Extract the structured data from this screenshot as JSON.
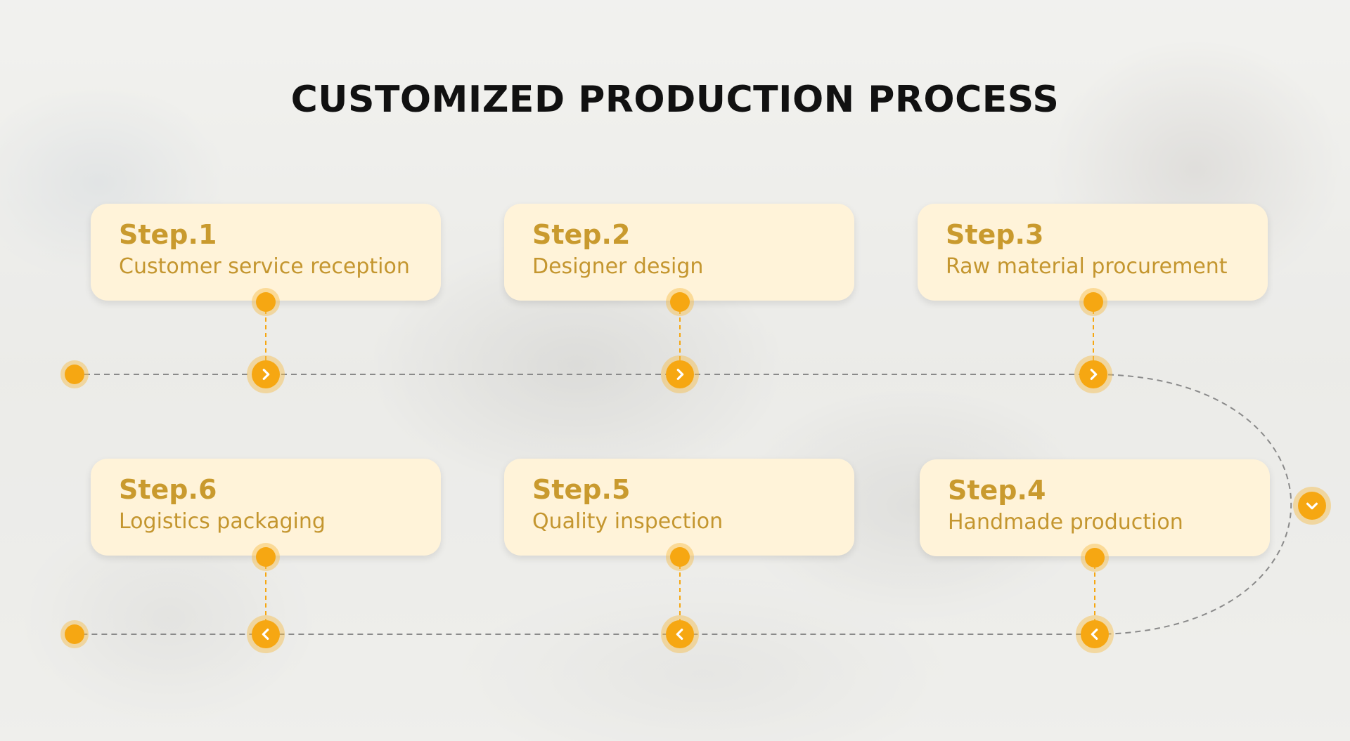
{
  "title": "CUSTOMIZED PRODUCTION PROCESS",
  "colors": {
    "accent": "#f6a712",
    "card_bg": "#fff3d9",
    "step_text": "#c99a2e"
  },
  "steps": [
    {
      "label": "Step.1",
      "text": "Customer service reception"
    },
    {
      "label": "Step.2",
      "text": "Designer design"
    },
    {
      "label": "Step.3",
      "text": "Raw material procurement"
    },
    {
      "label": "Step.4",
      "text": "Handmade production"
    },
    {
      "label": "Step.5",
      "text": "Quality inspection"
    },
    {
      "label": "Step.6",
      "text": "Logistics packaging"
    }
  ],
  "icons": {
    "forward": "chevron-right-icon",
    "back": "chevron-left-icon",
    "turn": "chevron-down-icon"
  }
}
